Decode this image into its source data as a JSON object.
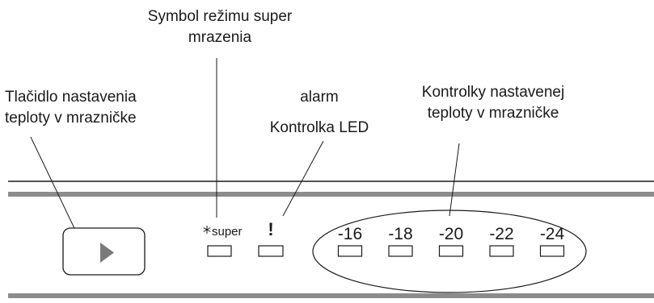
{
  "labels": {
    "super_symbol_line1": "Symbol režimu super",
    "super_symbol_line2": "mrazenia",
    "button_line1": "Tlačidlo nastavenia",
    "button_line2": "teploty v mrazničke",
    "alarm": "alarm",
    "led": "Kontrolka LED",
    "temps_line1": "Kontrolky nastavenej",
    "temps_line2": "teploty v mrazničke"
  },
  "panel": {
    "super_text": "super",
    "super_icon": "snowflake-icon",
    "alarm_symbol": "!",
    "button_icon": "play-arrow-icon",
    "temperatures": [
      "-16",
      "-18",
      "-20",
      "-22",
      "-24"
    ]
  },
  "colors": {
    "line": "#1a1a1a",
    "rail": "#8c8c8c",
    "text": "#1a1a1a"
  }
}
